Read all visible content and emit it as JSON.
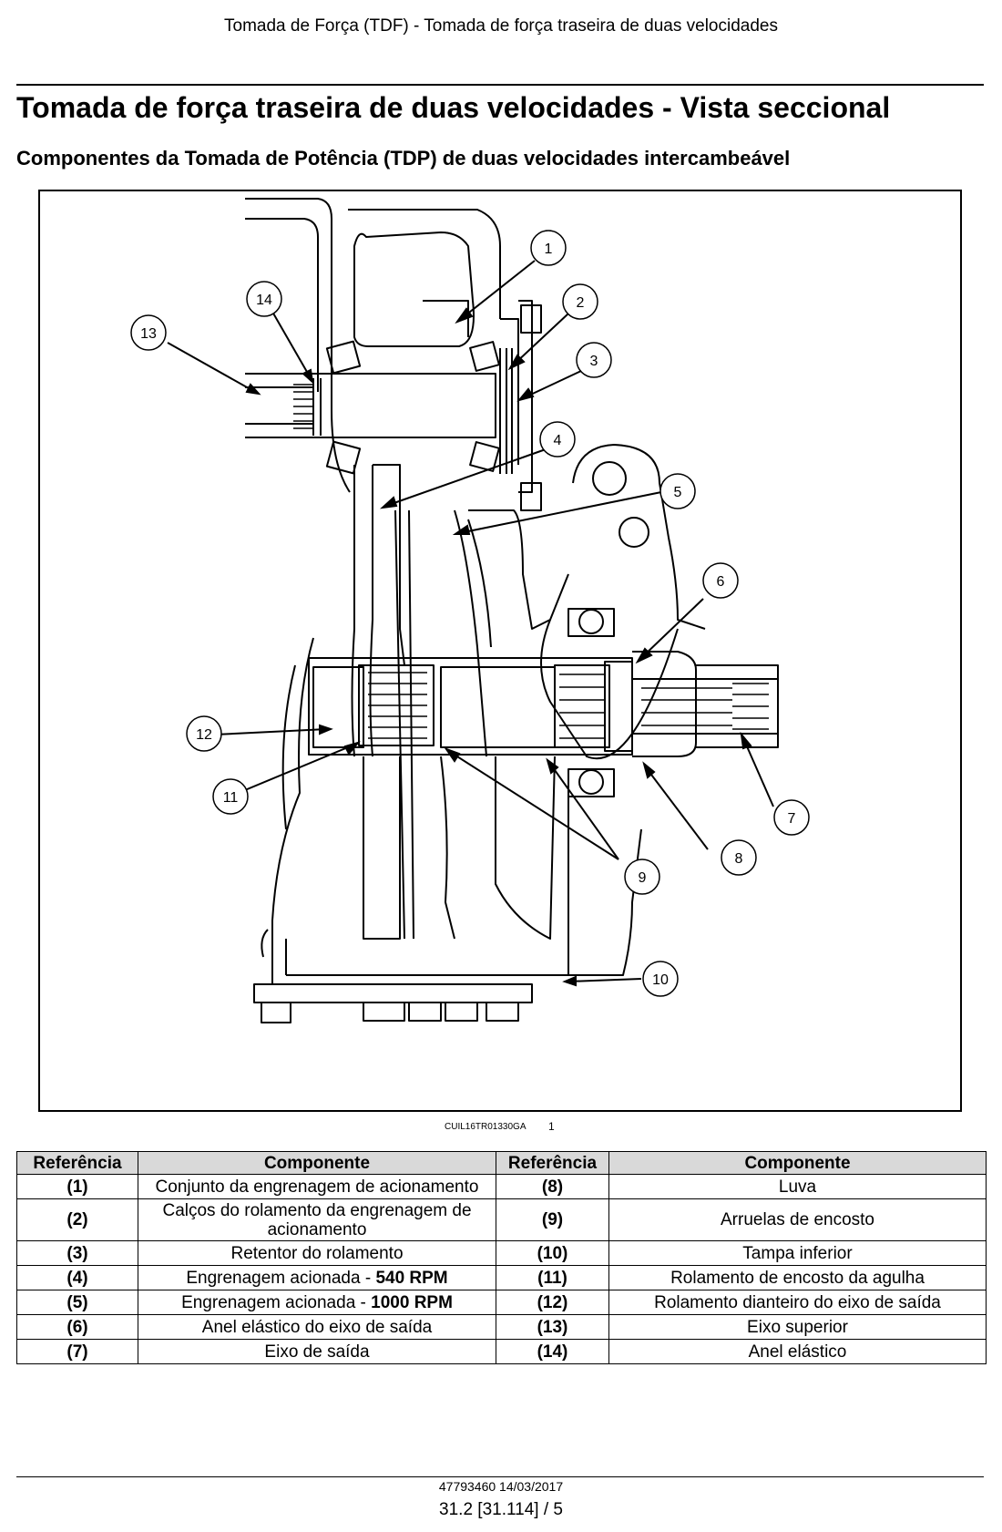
{
  "header": {
    "running_title": "Tomada de Força (TDF) - Tomada de força traseira de duas velocidades"
  },
  "title": "Tomada de força traseira de duas velocidades - Vista seccional",
  "subtitle": "Componentes da Tomada de Potência (TDP) de duas velocidades intercambeável",
  "figure": {
    "code": "CUIL16TR01330GA",
    "number": "1",
    "callouts": [
      "1",
      "2",
      "3",
      "4",
      "5",
      "6",
      "7",
      "8",
      "9",
      "10",
      "11",
      "12",
      "13",
      "14"
    ]
  },
  "table": {
    "headers": {
      "ref_left": "Referência",
      "comp_left": "Componente",
      "ref_right": "Referência",
      "comp_right": "Componente"
    },
    "rows": [
      {
        "ref1": "(1)",
        "comp1": "Conjunto da engrenagem de acionamento",
        "ref2": "(8)",
        "comp2": "Luva"
      },
      {
        "ref1": "(2)",
        "comp1": "Calços do rolamento da engrenagem de acionamento",
        "ref2": "(9)",
        "comp2": "Arruelas de encosto"
      },
      {
        "ref1": "(3)",
        "comp1": "Retentor do rolamento",
        "ref2": "(10)",
        "comp2": "Tampa inferior"
      },
      {
        "ref1": "(4)",
        "comp1": "Engrenagem acionada - ",
        "comp1_bold": "540 RPM",
        "ref2": "(11)",
        "comp2": "Rolamento de encosto da agulha"
      },
      {
        "ref1": "(5)",
        "comp1": "Engrenagem acionada - ",
        "comp1_bold": "1000 RPM",
        "ref2": "(12)",
        "comp2": "Rolamento dianteiro do eixo de saída"
      },
      {
        "ref1": "(6)",
        "comp1": "Anel elástico do eixo de saída",
        "ref2": "(13)",
        "comp2": "Eixo superior"
      },
      {
        "ref1": "(7)",
        "comp1": "Eixo de saída",
        "ref2": "(14)",
        "comp2": "Anel elástico"
      }
    ]
  },
  "footer": {
    "doc_number": "47793460 14/03/2017",
    "page": "31.2 [31.114] / 5"
  }
}
